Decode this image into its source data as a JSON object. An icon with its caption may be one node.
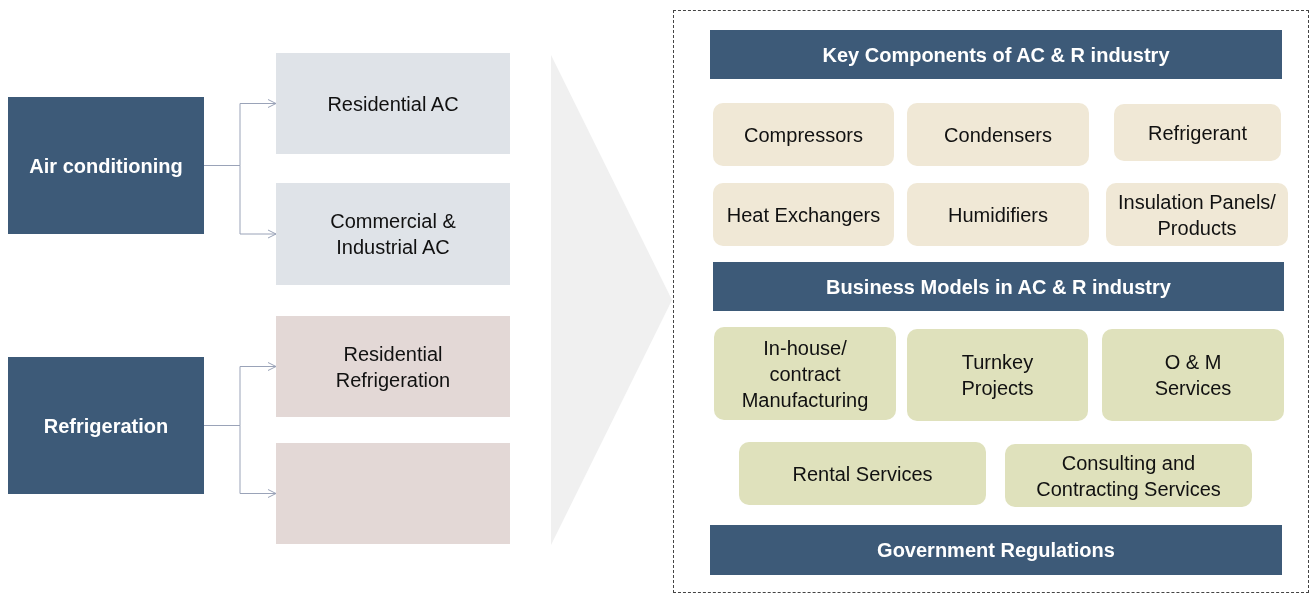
{
  "diagram": {
    "nodes": [
      {
        "text": [
          "Air conditioning"
        ]
      },
      {
        "text": [
          "Residential AC"
        ]
      },
      {
        "text": [
          "Commercial & Industrial AC"
        ]
      },
      {
        "text": [
          "Refrigeration"
        ]
      },
      {
        "text": [
          "Residential Refrigeration"
        ]
      },
      {
        "text": [],
        "shape": "box"
      },
      {
        "text": [],
        "shape": "box"
      },
      {
        "text": [
          "Key Components of AC & R industry"
        ],
        "in": 6
      },
      {
        "text": [
          "Compressors"
        ],
        "in": 6
      },
      {
        "text": [
          "Condensers"
        ],
        "in": 6
      },
      {
        "text": [
          "Refrigerant"
        ],
        "in": 6
      },
      {
        "text": [
          "Heat Exchangers"
        ],
        "in": 6
      },
      {
        "text": [
          "Humidifiers"
        ],
        "in": 6
      },
      {
        "text": [
          "Insulation Panels/ Products"
        ],
        "in": 6
      },
      {
        "text": [
          "Business Models in AC & R industry"
        ],
        "in": 6
      },
      {
        "text": [
          "In-house/ contract Manufacturing"
        ],
        "in": 6
      },
      {
        "text": [
          "Turnkey Projects"
        ],
        "in": 6
      },
      {
        "text": [
          "O & M Services"
        ],
        "in": 6
      },
      {
        "text": [
          "Rental Services"
        ],
        "in": 6
      },
      {
        "text": [
          "Consulting and Contracting Services"
        ],
        "in": 6
      },
      {
        "text": [
          "Government Regulations"
        ],
        "in": 6
      }
    ],
    "edges": [
      {
        "from": 0,
        "to": 1,
        "arrow": "to"
      },
      {
        "from": 0,
        "to": 2,
        "arrow": "to"
      },
      {
        "from": 3,
        "to": 4,
        "arrow": "to"
      },
      {
        "from": 3,
        "to": 5,
        "arrow": "to"
      },
      {
        "from": null,
        "to": 6,
        "arrow": "to"
      }
    ]
  }
}
